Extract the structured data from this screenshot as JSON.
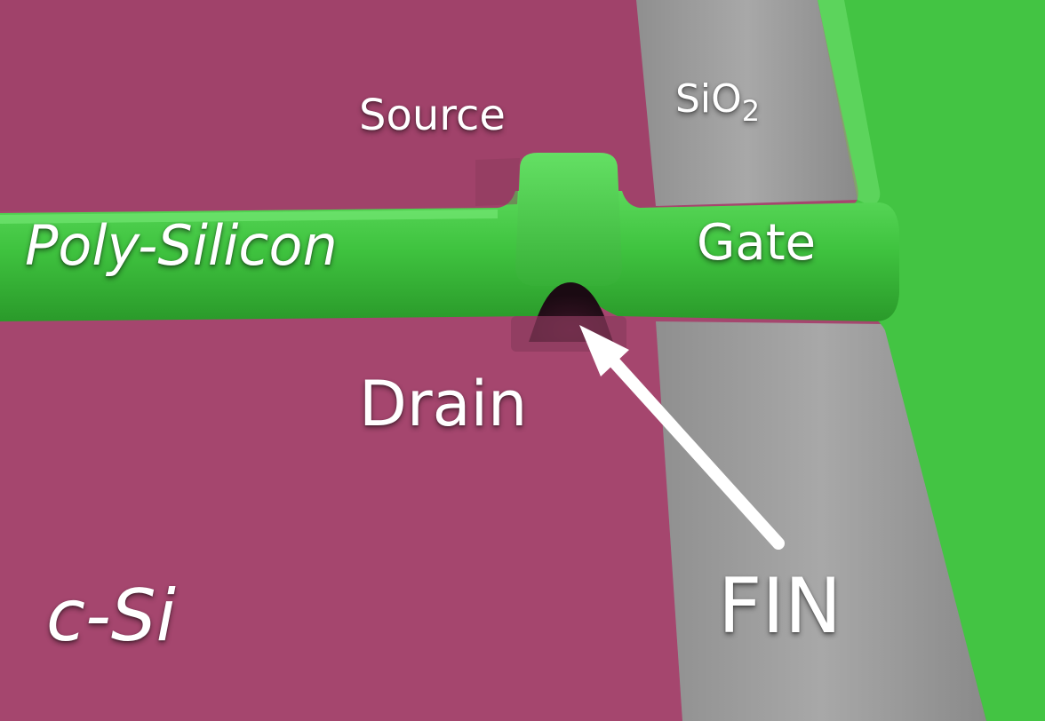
{
  "labels": {
    "source": "Source",
    "sio2_base": "SiO",
    "sio2_sub": "2",
    "poly_silicon": "Poly-Silicon",
    "gate": "Gate",
    "drain": "Drain",
    "fin": "FIN",
    "c_si": "c-Si"
  },
  "colors": {
    "substrate": "#a5466e",
    "oxide": "#9b9b9b",
    "gate": "#40c040",
    "arrow": "#ffffff",
    "text": "#ffffff"
  }
}
